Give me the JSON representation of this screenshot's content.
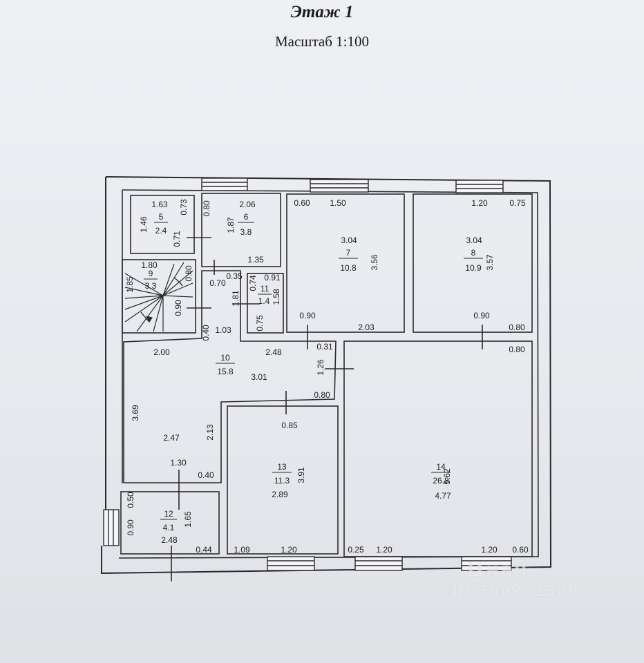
{
  "header": {
    "title": "Этаж 1",
    "scale": "Масштаб 1:100"
  },
  "rooms": [
    {
      "id": "room-5",
      "number": "5",
      "area": "2.4"
    },
    {
      "id": "room-6",
      "number": "6",
      "area": "3.8"
    },
    {
      "id": "room-7",
      "number": "7",
      "area": "10.8"
    },
    {
      "id": "room-8",
      "number": "8",
      "area": "10.9"
    },
    {
      "id": "room-9",
      "number": "9",
      "area": "3.3"
    },
    {
      "id": "room-10",
      "number": "10",
      "area": "15.8"
    },
    {
      "id": "room-11",
      "number": "11",
      "area": "1.4"
    },
    {
      "id": "room-12",
      "number": "12",
      "area": "4.1"
    },
    {
      "id": "room-13",
      "number": "13",
      "area": "11.3"
    },
    {
      "id": "room-14",
      "number": "14",
      "area": "26.8"
    }
  ],
  "dimensions": [
    "1.63",
    "0.73",
    "1.46",
    "0.71",
    "0.80",
    "2.06",
    "1.87",
    "1.35",
    "0.60",
    "1.50",
    "3.04",
    "3.56",
    "0.90",
    "2.03",
    "1.20",
    "0.75",
    "3.04",
    "3.57",
    "0.90",
    "0.80",
    "1.80",
    "0.80",
    "1.85",
    "0.90",
    "0.70",
    "0.35",
    "0.74",
    "0.91",
    "1.81",
    "1.58",
    "0.75",
    "0.40",
    "1.03",
    "0.31",
    "2.00",
    "2.48",
    "3.01",
    "1.26",
    "0.80",
    "3.69",
    "2.47",
    "2.13",
    "1.30",
    "0.40",
    "0.85",
    "3.91",
    "2.89",
    "0.80",
    "5.62",
    "4.77",
    "0.90",
    "0.50",
    "1.65",
    "2.48",
    "0.44",
    "1.09",
    "1.20",
    "0.25",
    "1.20",
    "1.20",
    "0.60"
  ],
  "watermark": {
    "brand": "Циан",
    "id": "ID 300912388"
  }
}
